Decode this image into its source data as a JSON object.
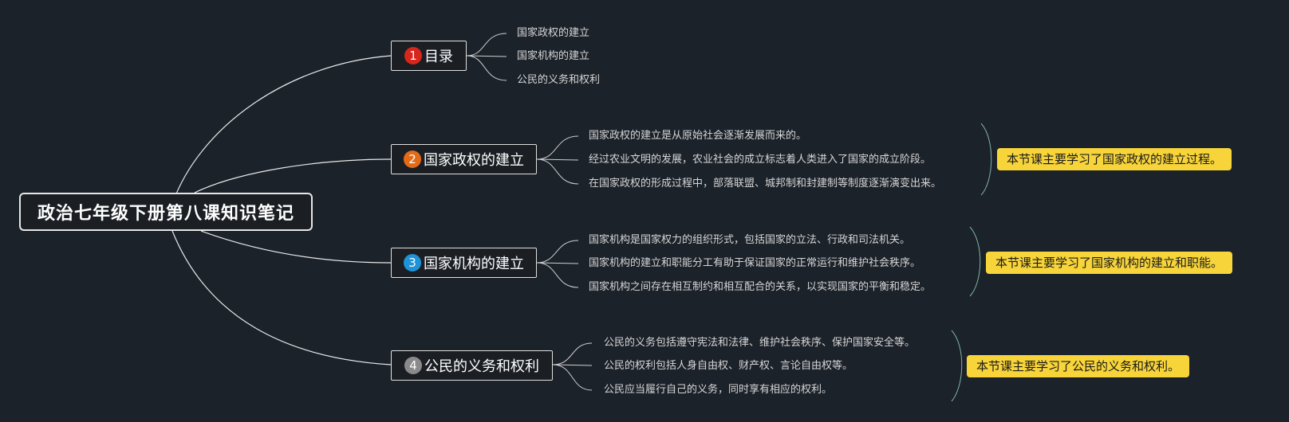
{
  "root": {
    "title": "政治七年级下册第八课知识笔记"
  },
  "topics": [
    {
      "number": "1",
      "label": "目录",
      "badge_color": "#d8261c",
      "subtopics": [
        "国家政权的建立",
        "国家机构的建立",
        "公民的义务和权利"
      ]
    },
    {
      "number": "2",
      "label": "国家政权的建立",
      "badge_color": "#e36b18",
      "subtopics": [
        "国家政权的建立是从原始社会逐渐发展而来的。",
        "经过农业文明的发展，农业社会的成立标志着人类进入了国家的成立阶段。",
        "在国家政权的形成过程中，部落联盟、城邦制和封建制等制度逐渐演变出来。"
      ],
      "summary": "本节课主要学习了国家政权的建立过程。"
    },
    {
      "number": "3",
      "label": "国家机构的建立",
      "badge_color": "#1f93d8",
      "subtopics": [
        "国家机构是国家权力的组织形式，包括国家的立法、行政和司法机关。",
        "国家机构的建立和职能分工有助于保证国家的正常运行和维护社会秩序。",
        "国家机构之间存在相互制约和相互配合的关系，以实现国家的平衡和稳定。"
      ],
      "summary": "本节课主要学习了国家机构的建立和职能。"
    },
    {
      "number": "4",
      "label": "公民的义务和权利",
      "badge_color": "#8a8a8a",
      "subtopics": [
        "公民的义务包括遵守宪法和法律、维护社会秩序、保护国家安全等。",
        "公民的权利包括人身自由权、财产权、言论自由权等。",
        "公民应当履行自己的义务，同时享有相应的权利。"
      ],
      "summary": "本节课主要学习了公民的义务和权利。"
    }
  ]
}
